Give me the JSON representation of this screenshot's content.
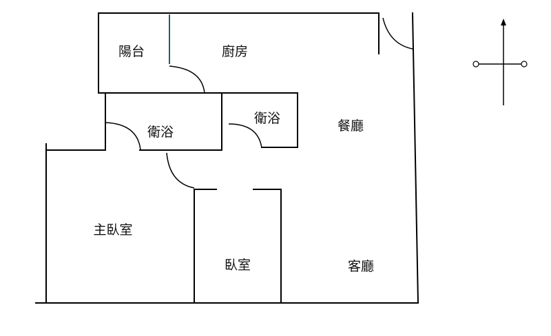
{
  "rooms": {
    "balcony": "陽台",
    "kitchen": "廚房",
    "bathroom_main": "衛浴",
    "bathroom_second": "衛浴",
    "dining_room": "餐廳",
    "master_bedroom": "主臥室",
    "bedroom": "臥室",
    "living_room": "客廳"
  },
  "colors": {
    "wall": "#000000",
    "partition": "#1f5f6e",
    "label": "#111111"
  },
  "compass": {
    "icon": "north-arrow-icon"
  }
}
